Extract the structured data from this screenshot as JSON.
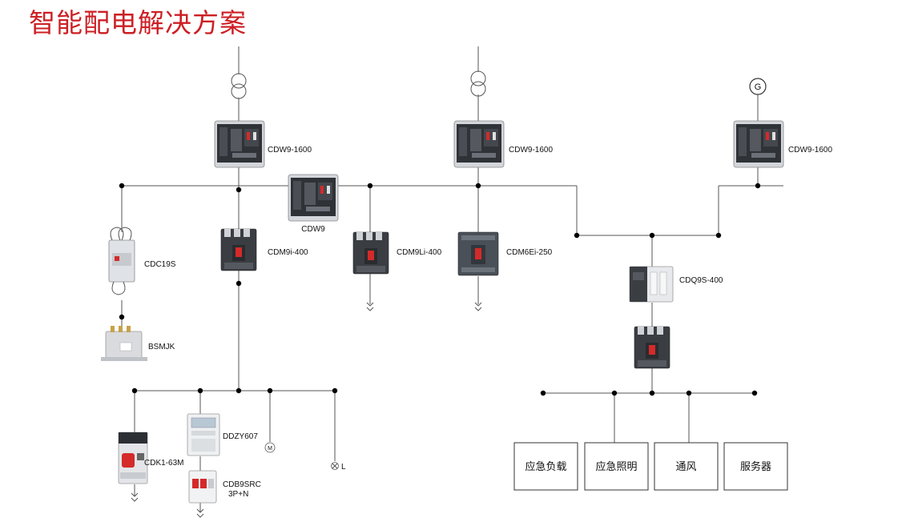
{
  "page": {
    "title": "智能配电解决方案"
  },
  "generator": {
    "symbol": "G"
  },
  "devices": {
    "main1": "CDW9-1600",
    "main2": "CDW9-1600",
    "main3": "CDW9-1600",
    "tie": "CDW9",
    "capacitor_contactor": "CDC19S",
    "capacitor": "BSMJK",
    "mccb_cdm9i": "CDM9i-400",
    "mccb_cdm9li": "CDM9Li-400",
    "mccb_cdm6ei": "CDM6Ei-250",
    "ats": "CDQ9S-400",
    "cdk": "CDK1-63M",
    "meter": "DDZY607",
    "rcbo": "CDB9SRC",
    "rcbo_poles": "3P+N",
    "motor_symbol": "M",
    "lamp_symbol": "L"
  },
  "loads": [
    "应急负载",
    "应急照明",
    "通风",
    "服务器"
  ],
  "colors": {
    "title": "#cc1f24",
    "breaker_body": "#3a3d42",
    "breaker_frame": "#c9ccd0",
    "handle": "#d42a2a"
  }
}
